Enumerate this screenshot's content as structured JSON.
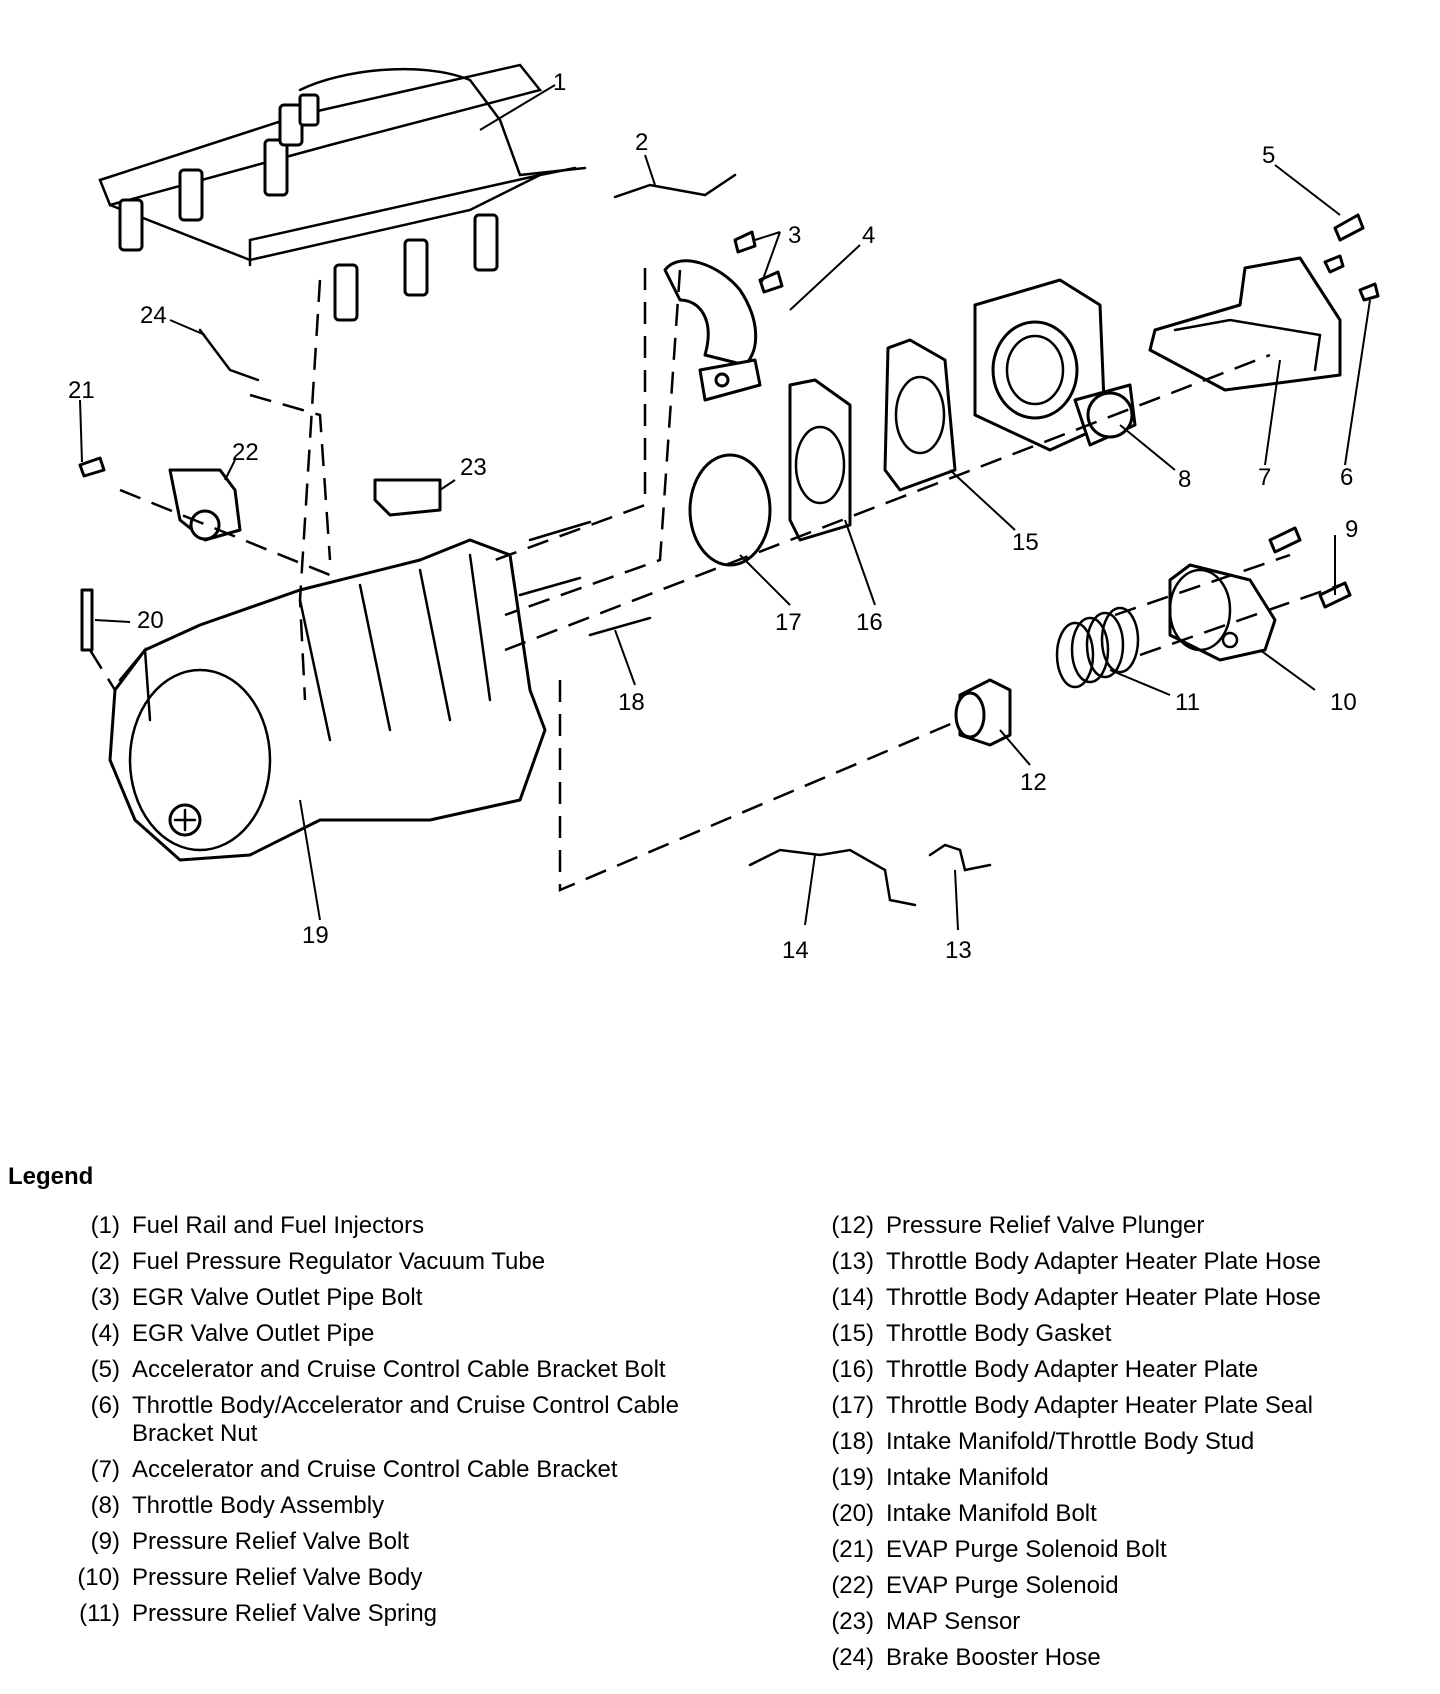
{
  "diagram": {
    "callouts": [
      "1",
      "2",
      "3",
      "4",
      "5",
      "6",
      "7",
      "8",
      "9",
      "10",
      "11",
      "12",
      "13",
      "14",
      "15",
      "16",
      "17",
      "18",
      "19",
      "20",
      "21",
      "22",
      "23",
      "24"
    ]
  },
  "legend": {
    "title": "Legend",
    "left": [
      {
        "num": "(1)",
        "text": "Fuel Rail and Fuel Injectors"
      },
      {
        "num": "(2)",
        "text": "Fuel Pressure Regulator Vacuum Tube"
      },
      {
        "num": "(3)",
        "text": "EGR Valve Outlet Pipe Bolt"
      },
      {
        "num": "(4)",
        "text": "EGR Valve Outlet Pipe"
      },
      {
        "num": "(5)",
        "text": "Accelerator and Cruise Control Cable Bracket Bolt"
      },
      {
        "num": "(6)",
        "text": "Throttle Body/Accelerator and Cruise Control Cable Bracket Nut"
      },
      {
        "num": "(7)",
        "text": "Accelerator and Cruise Control Cable Bracket"
      },
      {
        "num": "(8)",
        "text": "Throttle Body Assembly"
      },
      {
        "num": "(9)",
        "text": "Pressure Relief Valve Bolt"
      },
      {
        "num": "(10)",
        "text": "Pressure Relief Valve Body"
      },
      {
        "num": "(11)",
        "text": "Pressure Relief Valve Spring"
      }
    ],
    "right": [
      {
        "num": "(12)",
        "text": "Pressure Relief Valve Plunger"
      },
      {
        "num": "(13)",
        "text": "Throttle Body Adapter Heater Plate Hose"
      },
      {
        "num": "(14)",
        "text": "Throttle Body Adapter Heater Plate Hose"
      },
      {
        "num": "(15)",
        "text": "Throttle Body Gasket"
      },
      {
        "num": "(16)",
        "text": "Throttle Body Adapter Heater Plate"
      },
      {
        "num": "(17)",
        "text": "Throttle Body Adapter Heater Plate Seal"
      },
      {
        "num": "(18)",
        "text": "Intake Manifold/Throttle Body Stud"
      },
      {
        "num": "(19)",
        "text": "Intake Manifold"
      },
      {
        "num": "(20)",
        "text": "Intake Manifold Bolt"
      },
      {
        "num": "(21)",
        "text": "EVAP Purge Solenoid Bolt"
      },
      {
        "num": "(22)",
        "text": "EVAP Purge Solenoid"
      },
      {
        "num": "(23)",
        "text": "MAP Sensor"
      },
      {
        "num": "(24)",
        "text": "Brake Booster Hose"
      }
    ]
  }
}
